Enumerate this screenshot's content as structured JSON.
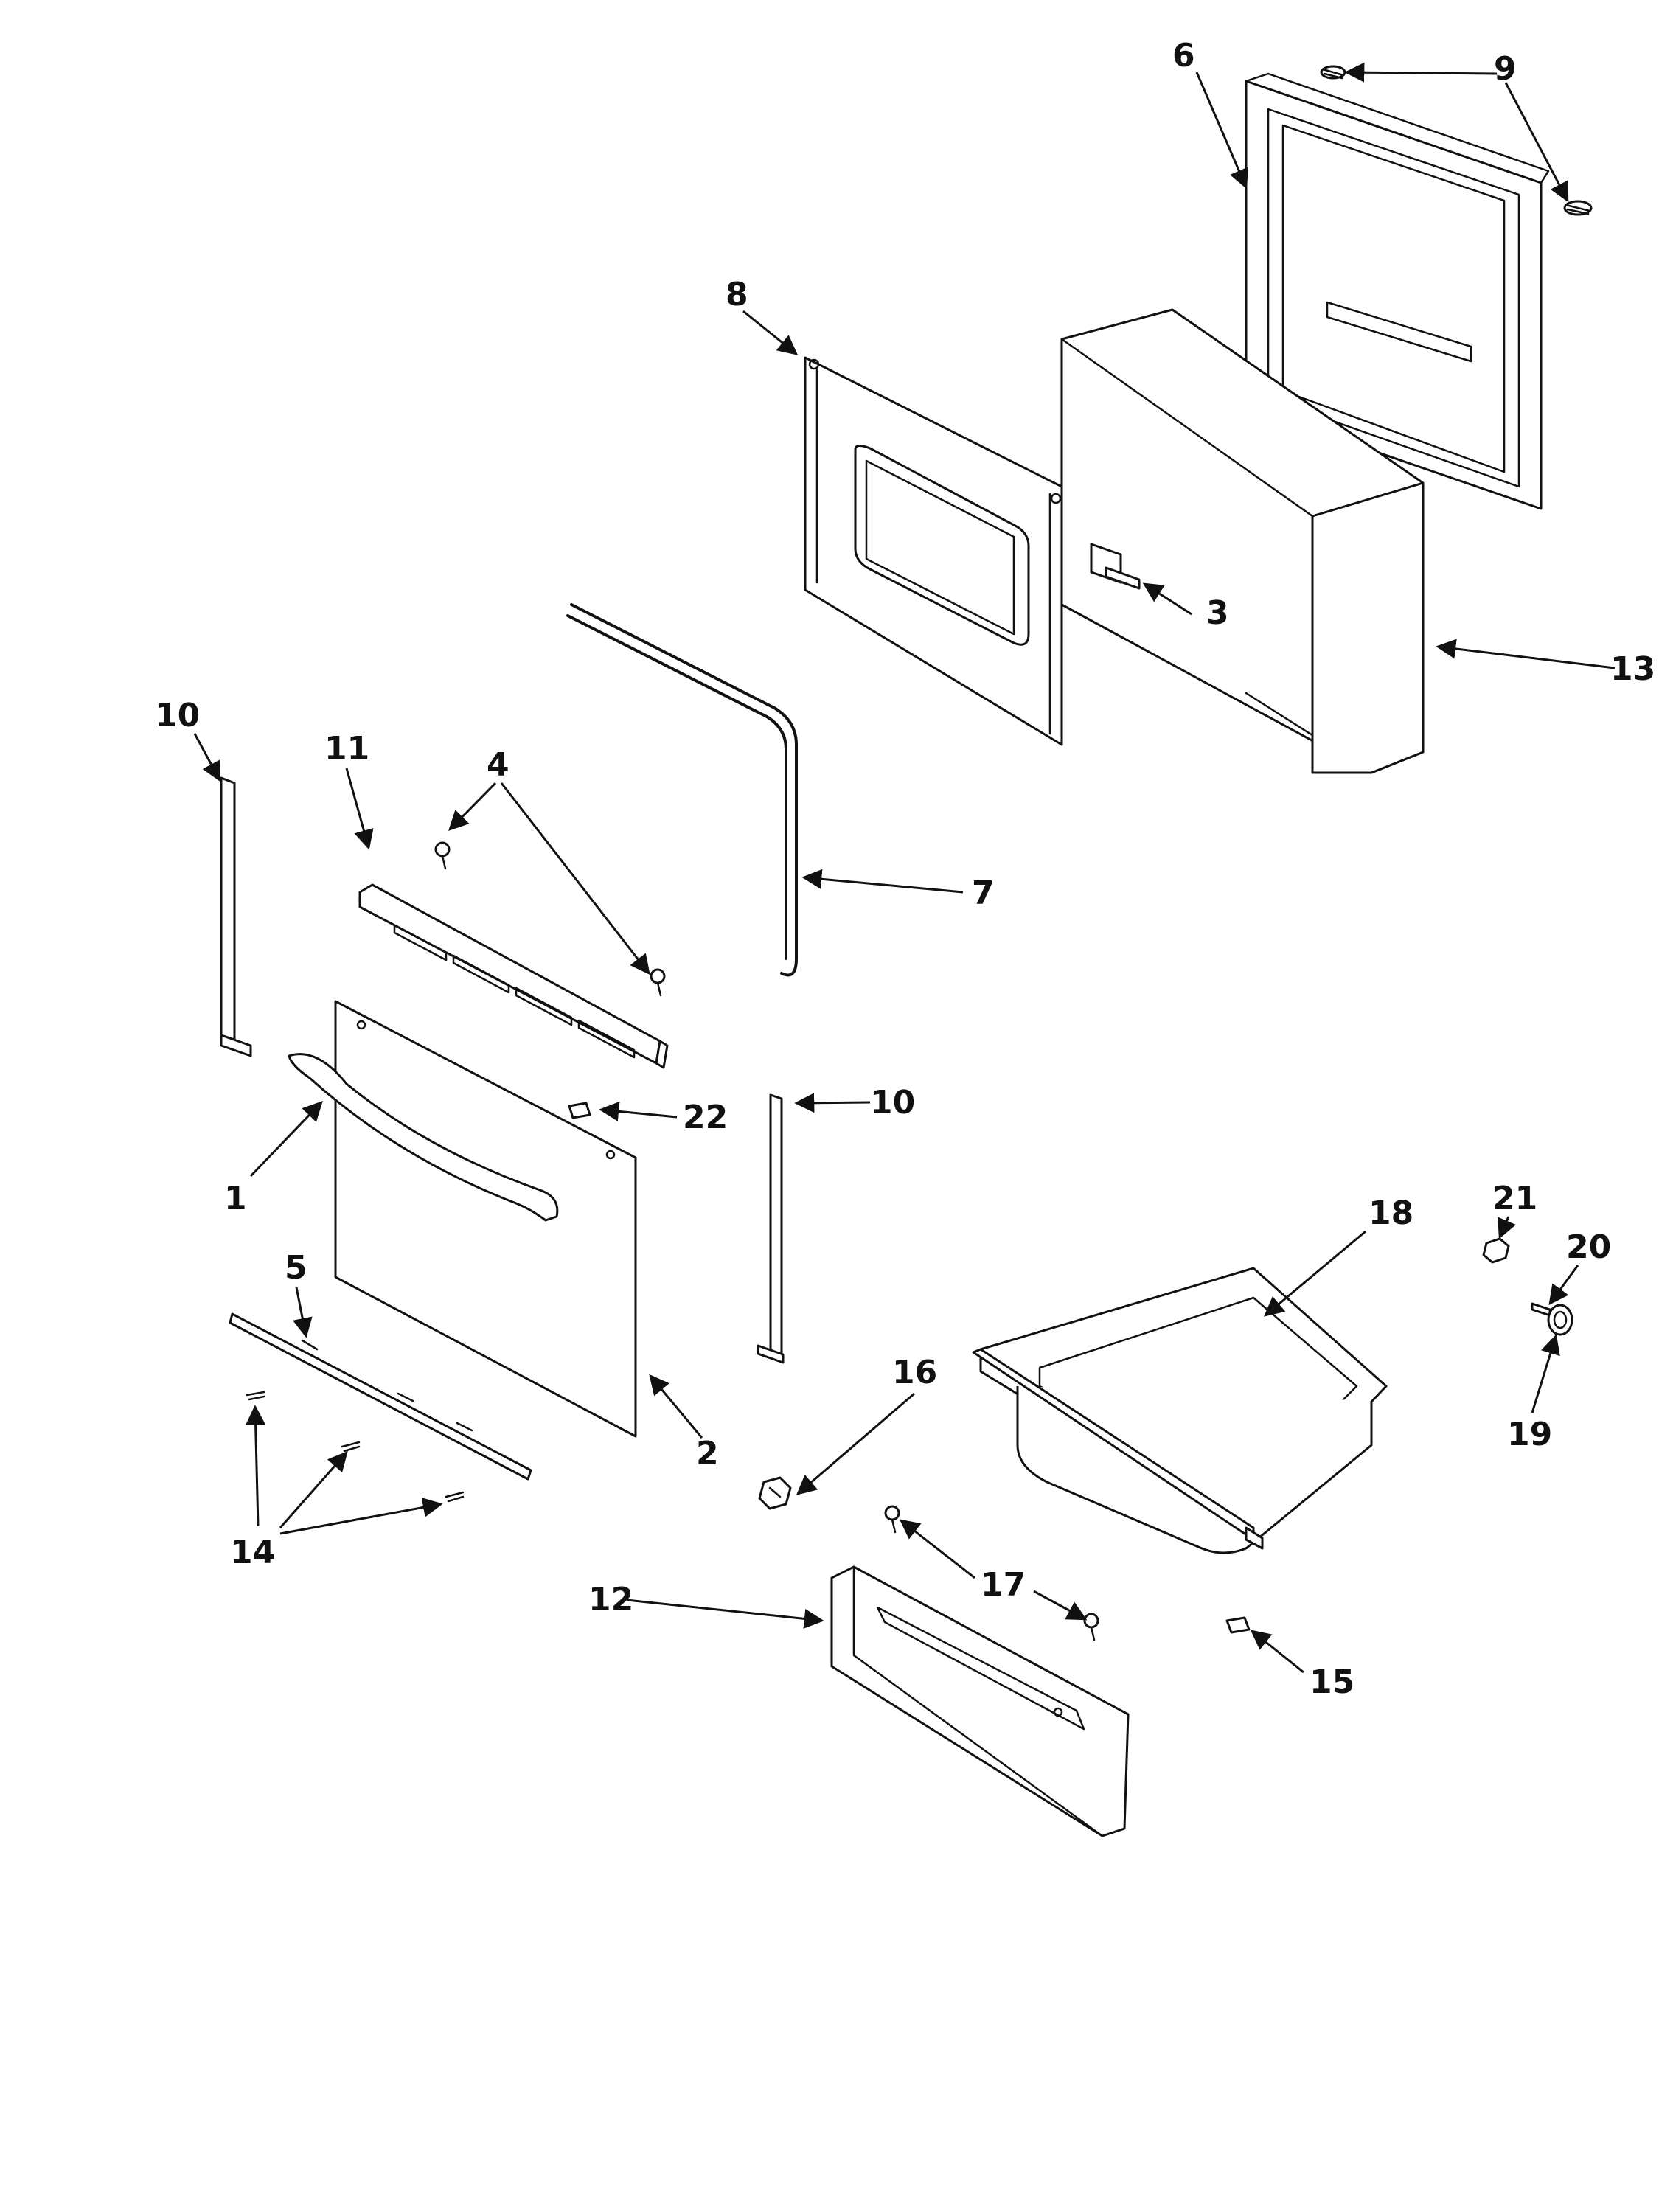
{
  "callouts": {
    "c1": "1",
    "c2": "2",
    "c3": "3",
    "c4": "4",
    "c5": "5",
    "c6": "6",
    "c7": "7",
    "c8": "8",
    "c9": "9",
    "c10a": "10",
    "c10b": "10",
    "c11": "11",
    "c12": "12",
    "c13": "13",
    "c14": "14",
    "c15": "15",
    "c16": "16",
    "c17": "17",
    "c18": "18",
    "c19": "19",
    "c20": "20",
    "c21": "21",
    "c22": "22"
  },
  "colors": {
    "ink": "#111111",
    "background": "#ffffff"
  }
}
